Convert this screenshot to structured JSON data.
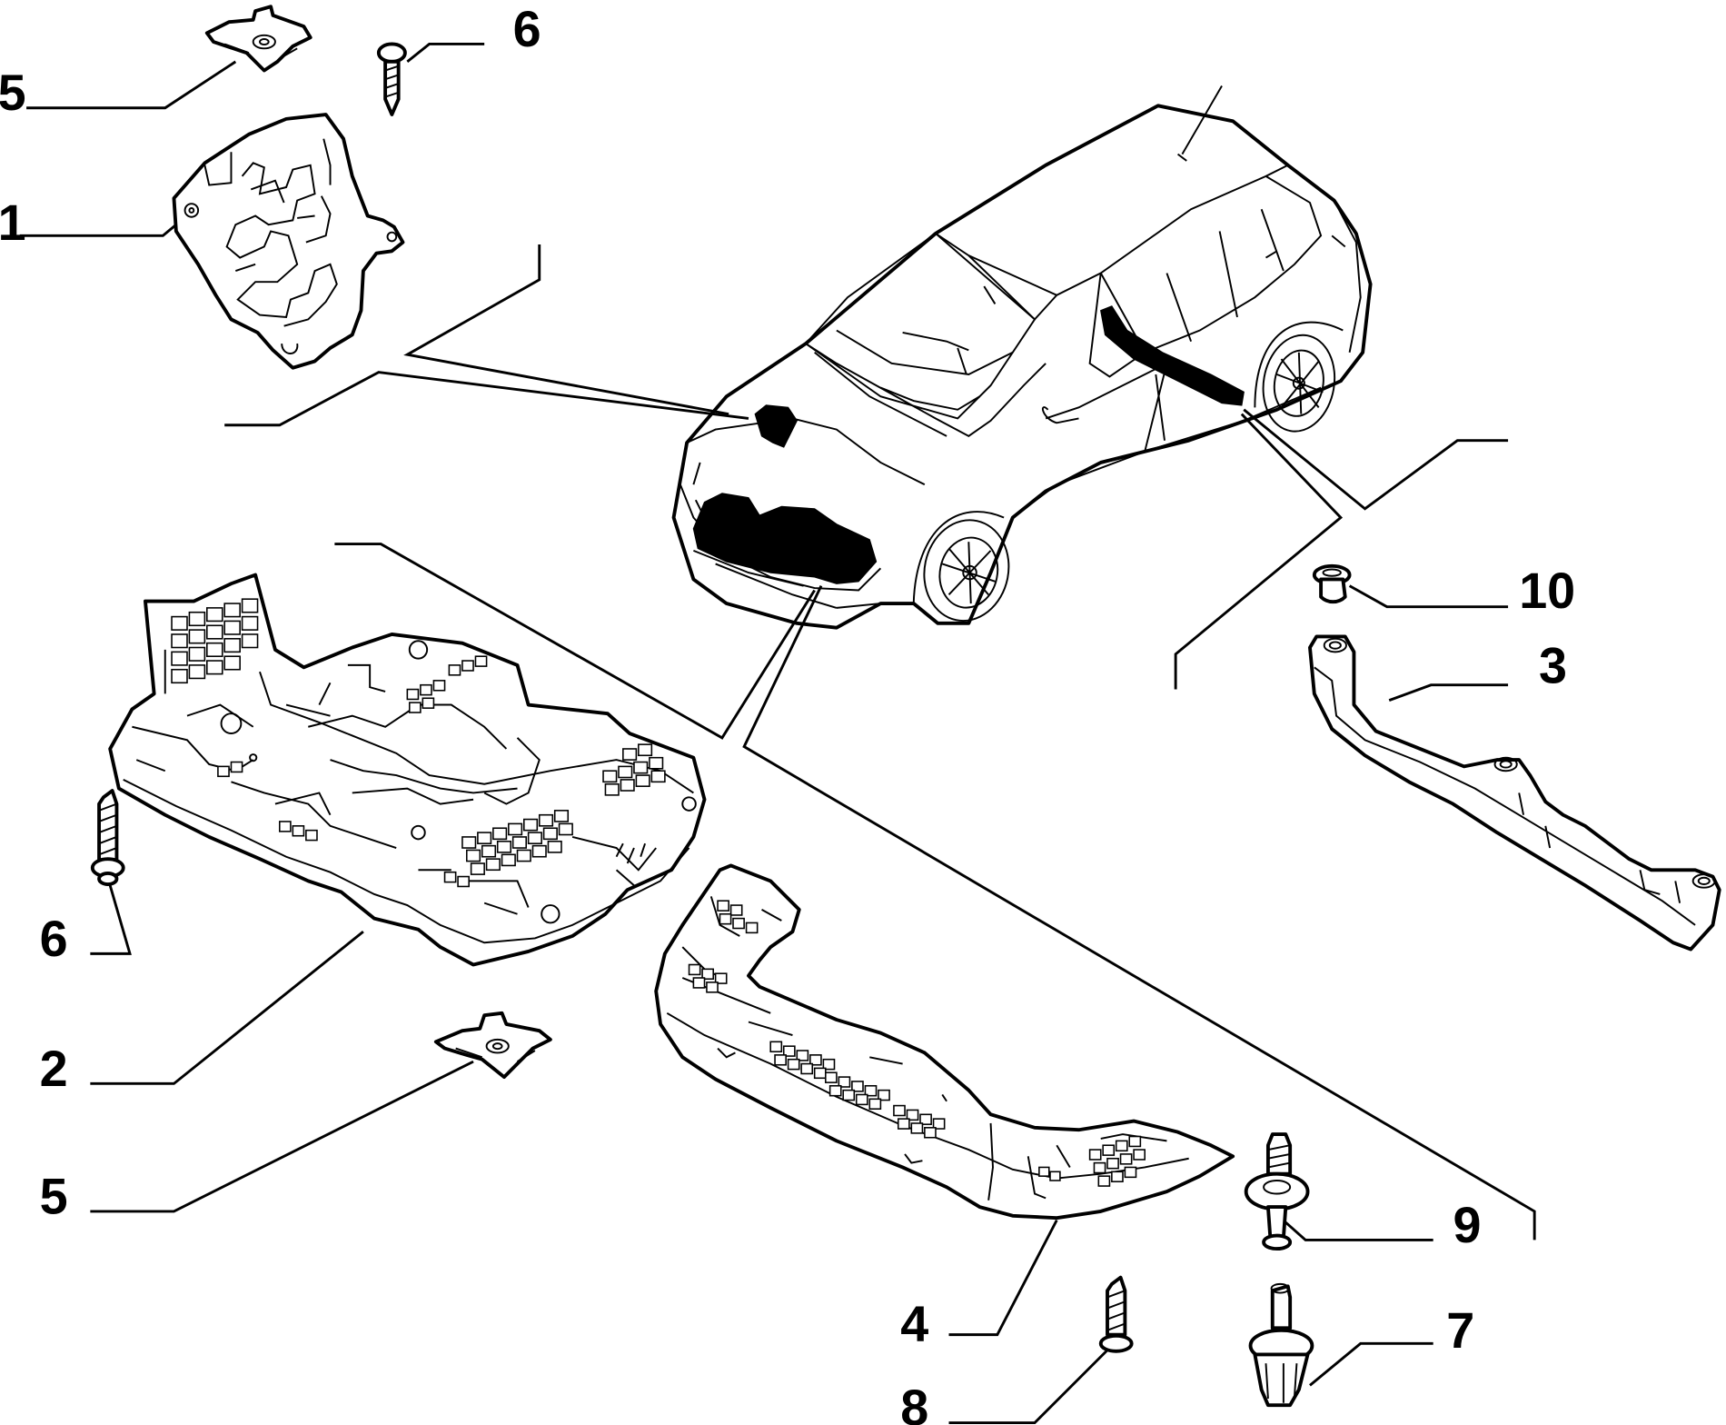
{
  "callouts": [
    "1",
    "2",
    "3",
    "4",
    "5",
    "5",
    "6",
    "6",
    "7",
    "8",
    "9",
    "10"
  ]
}
